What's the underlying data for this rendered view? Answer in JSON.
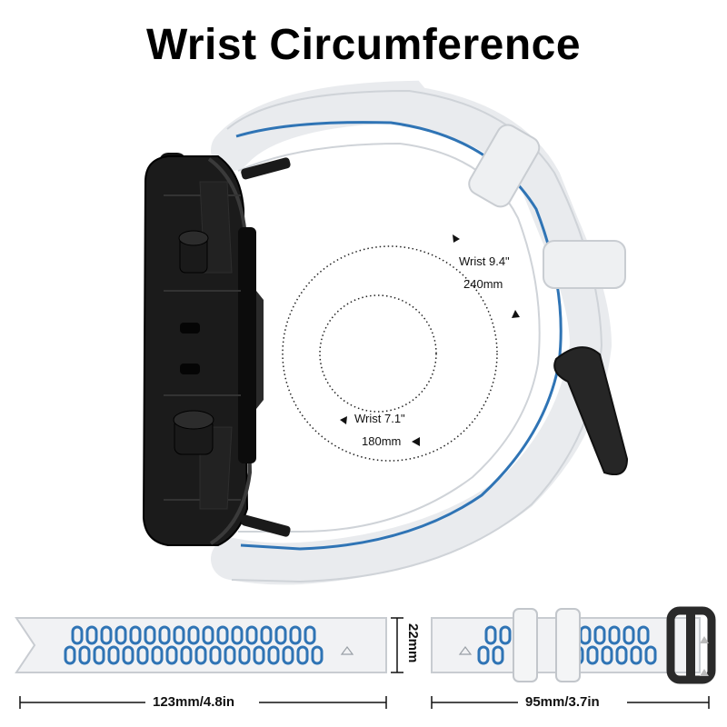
{
  "title": "Wrist Circumference",
  "large_wrist": {
    "label": "Wrist 9.4\"",
    "size": "240mm"
  },
  "small_wrist": {
    "label": "Wrist 7.1\"",
    "size": "180mm"
  },
  "strap_long": {
    "length": "123mm/4.8in"
  },
  "strap_short": {
    "length": "95mm/3.7in"
  },
  "strap_width": "22mm",
  "colors": {
    "band": "#e9ebee",
    "accent": "#2f74b5",
    "case": "#151515",
    "buckle": "#2a2a2a"
  },
  "icons": [
    "arrow-head-icon",
    "buckle-icon"
  ]
}
